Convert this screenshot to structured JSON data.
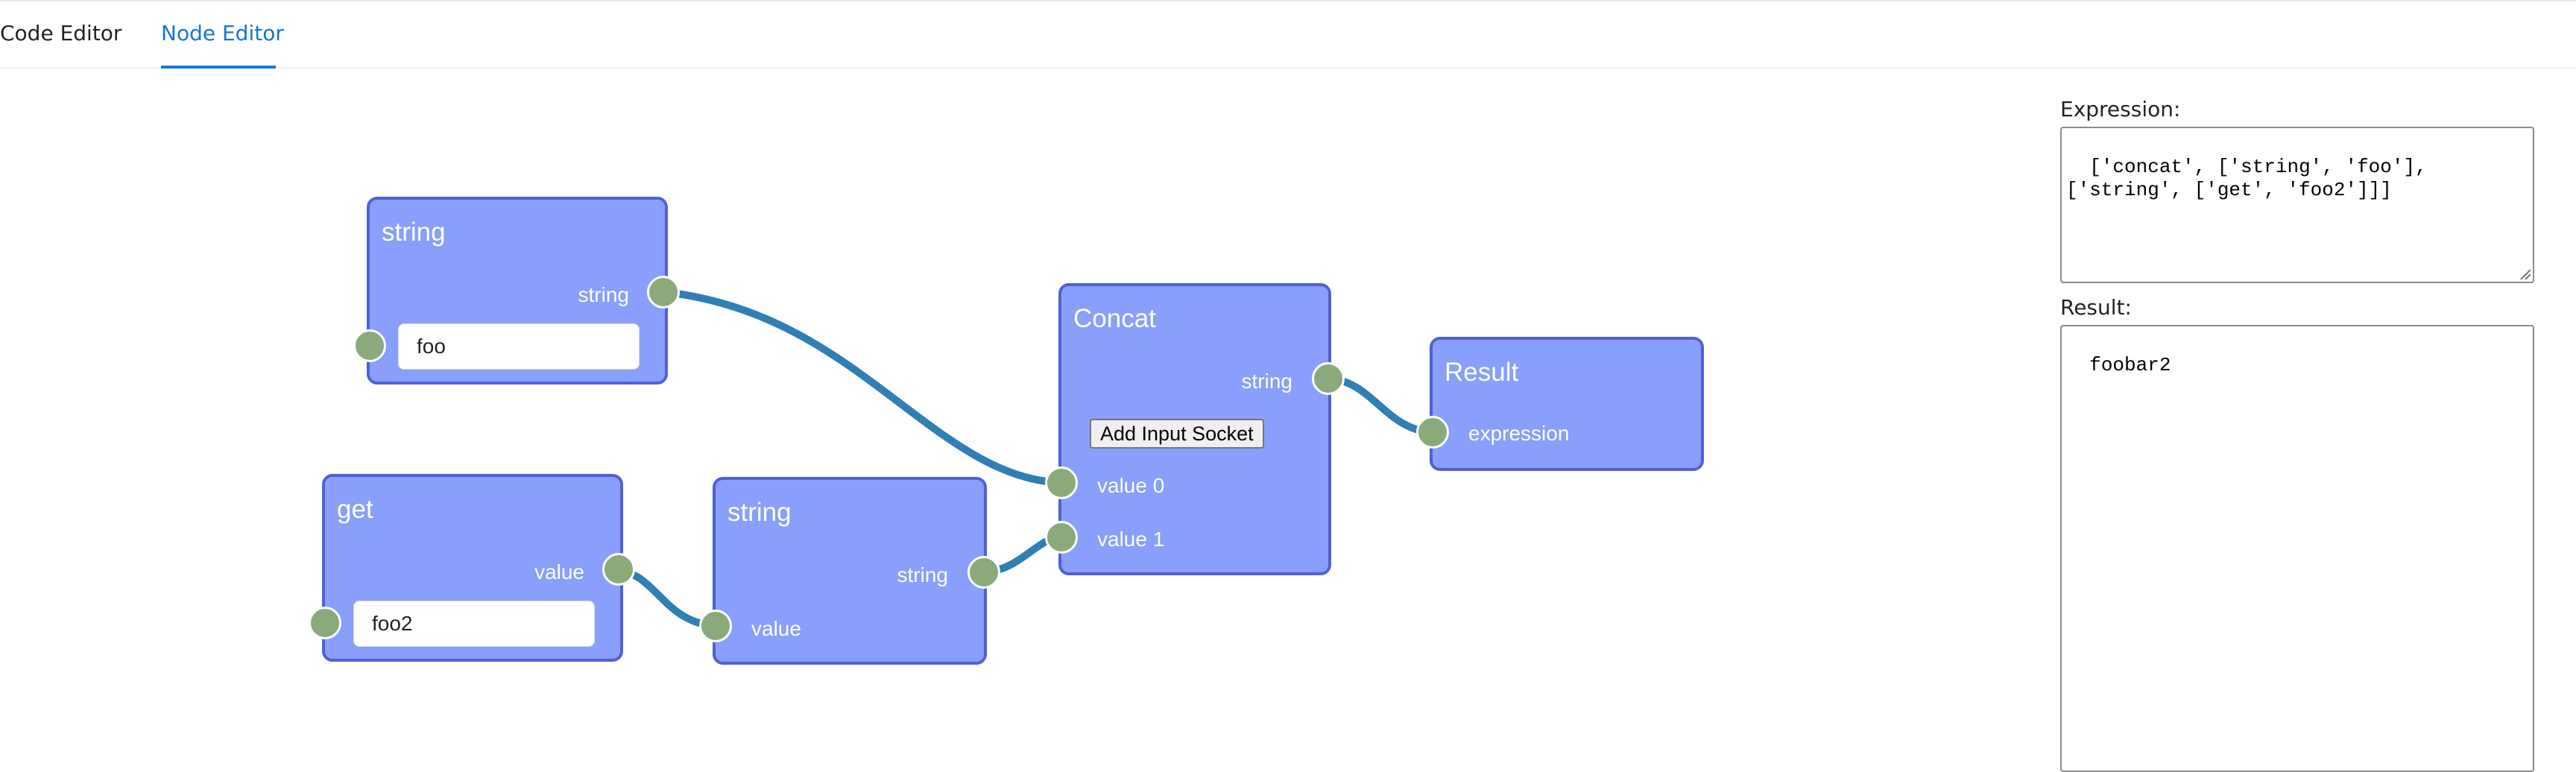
{
  "tabs": [
    {
      "label": "Code Editor",
      "active": false
    },
    {
      "label": "Node Editor",
      "active": true
    }
  ],
  "nodes": {
    "string_a": {
      "title": "string",
      "output_label": "string",
      "input_value": "foo"
    },
    "get": {
      "title": "get",
      "output_label": "value",
      "input_value": "foo2"
    },
    "string_b": {
      "title": "string",
      "output_label": "string",
      "input_label": "value"
    },
    "concat": {
      "title": "Concat",
      "output_label": "string",
      "button_label": "Add Input Socket",
      "inputs": [
        "value 0",
        "value 1"
      ]
    },
    "result": {
      "title": "Result",
      "input_label": "expression"
    }
  },
  "panel": {
    "expression_label": "Expression:",
    "expression_value": "['concat', ['string', 'foo'],\n['string', ['get', 'foo2']]]",
    "result_label": "Result:",
    "result_value": "foobar2"
  },
  "colors": {
    "accent": "#1677d2",
    "node_fill": "#889ffc",
    "node_border": "#4f61d6",
    "socket": "#8aaa7c",
    "connection": "#2f7fb5"
  }
}
